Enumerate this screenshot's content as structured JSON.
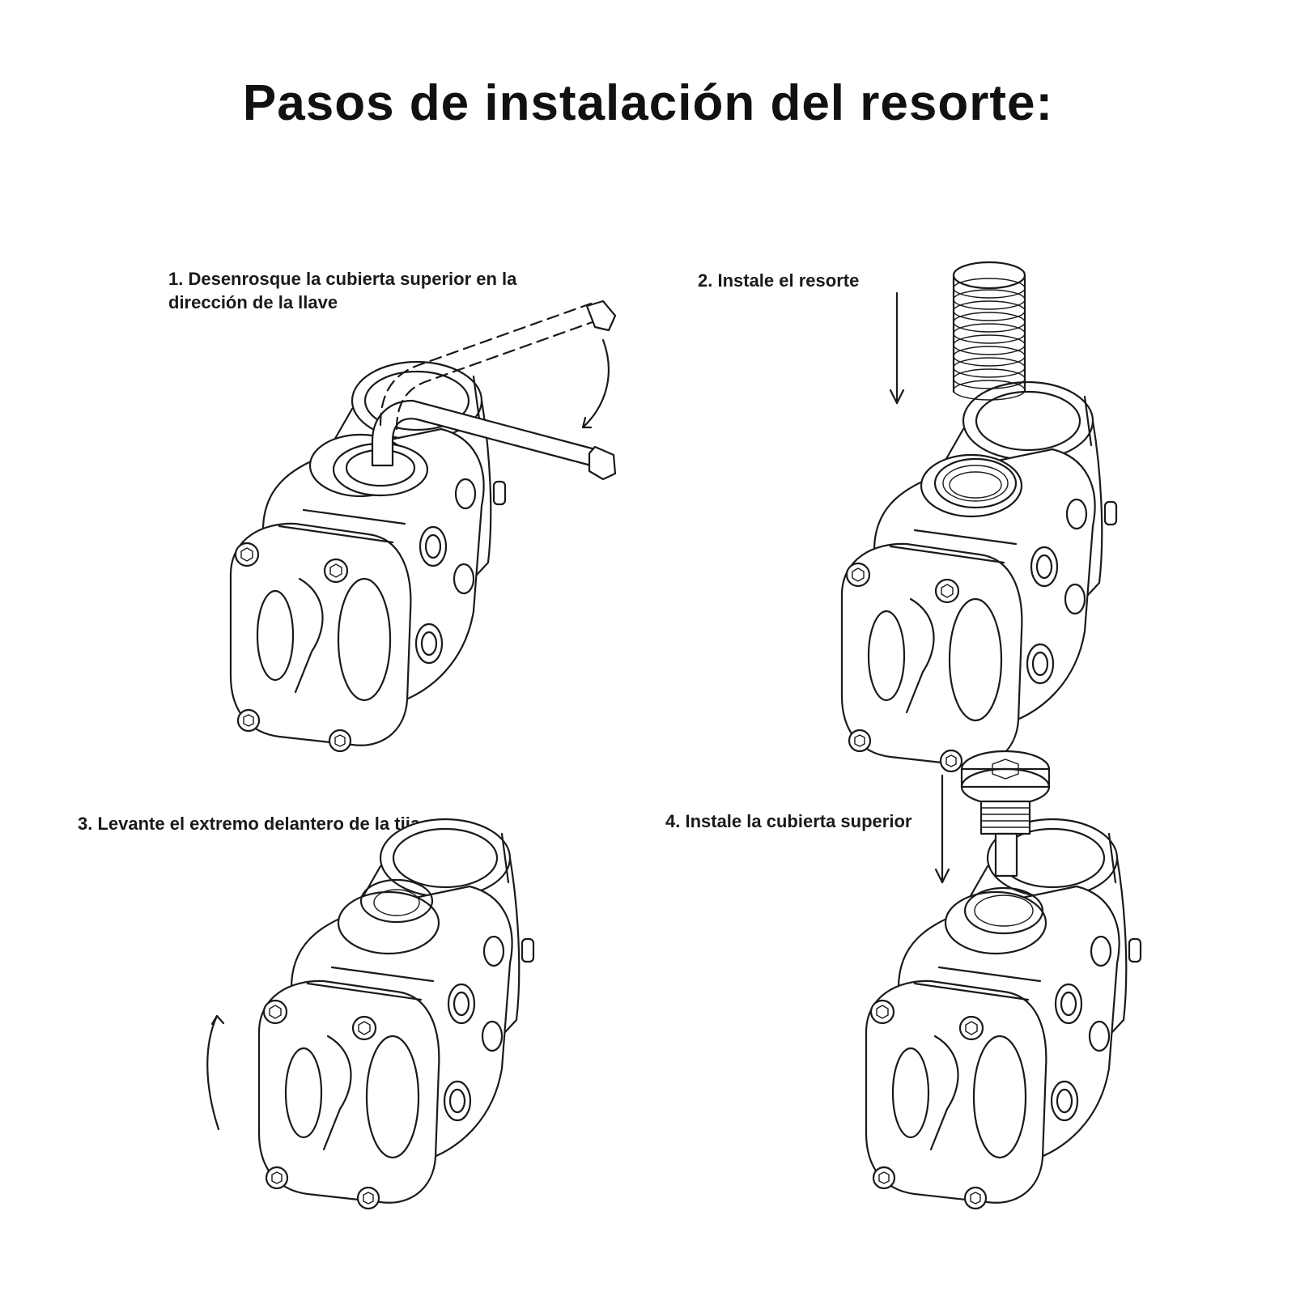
{
  "title": "Pasos de instalación del resorte:",
  "steps": [
    {
      "label_line1": "1. Desenrosque la cubierta superior en la",
      "label_line2": "dirección de la llave"
    },
    {
      "label_line1": "2. Instale el resorte"
    },
    {
      "label_line1": "3. Levante el extremo delantero de la tija"
    },
    {
      "label_line1": "4. Instale la cubierta superior"
    }
  ],
  "icons": [
    "hex-key-icon",
    "spring-icon",
    "top-cap-bolt-icon",
    "arrow-down-icon",
    "curved-arrow-icon",
    "bike-stem-icon"
  ]
}
